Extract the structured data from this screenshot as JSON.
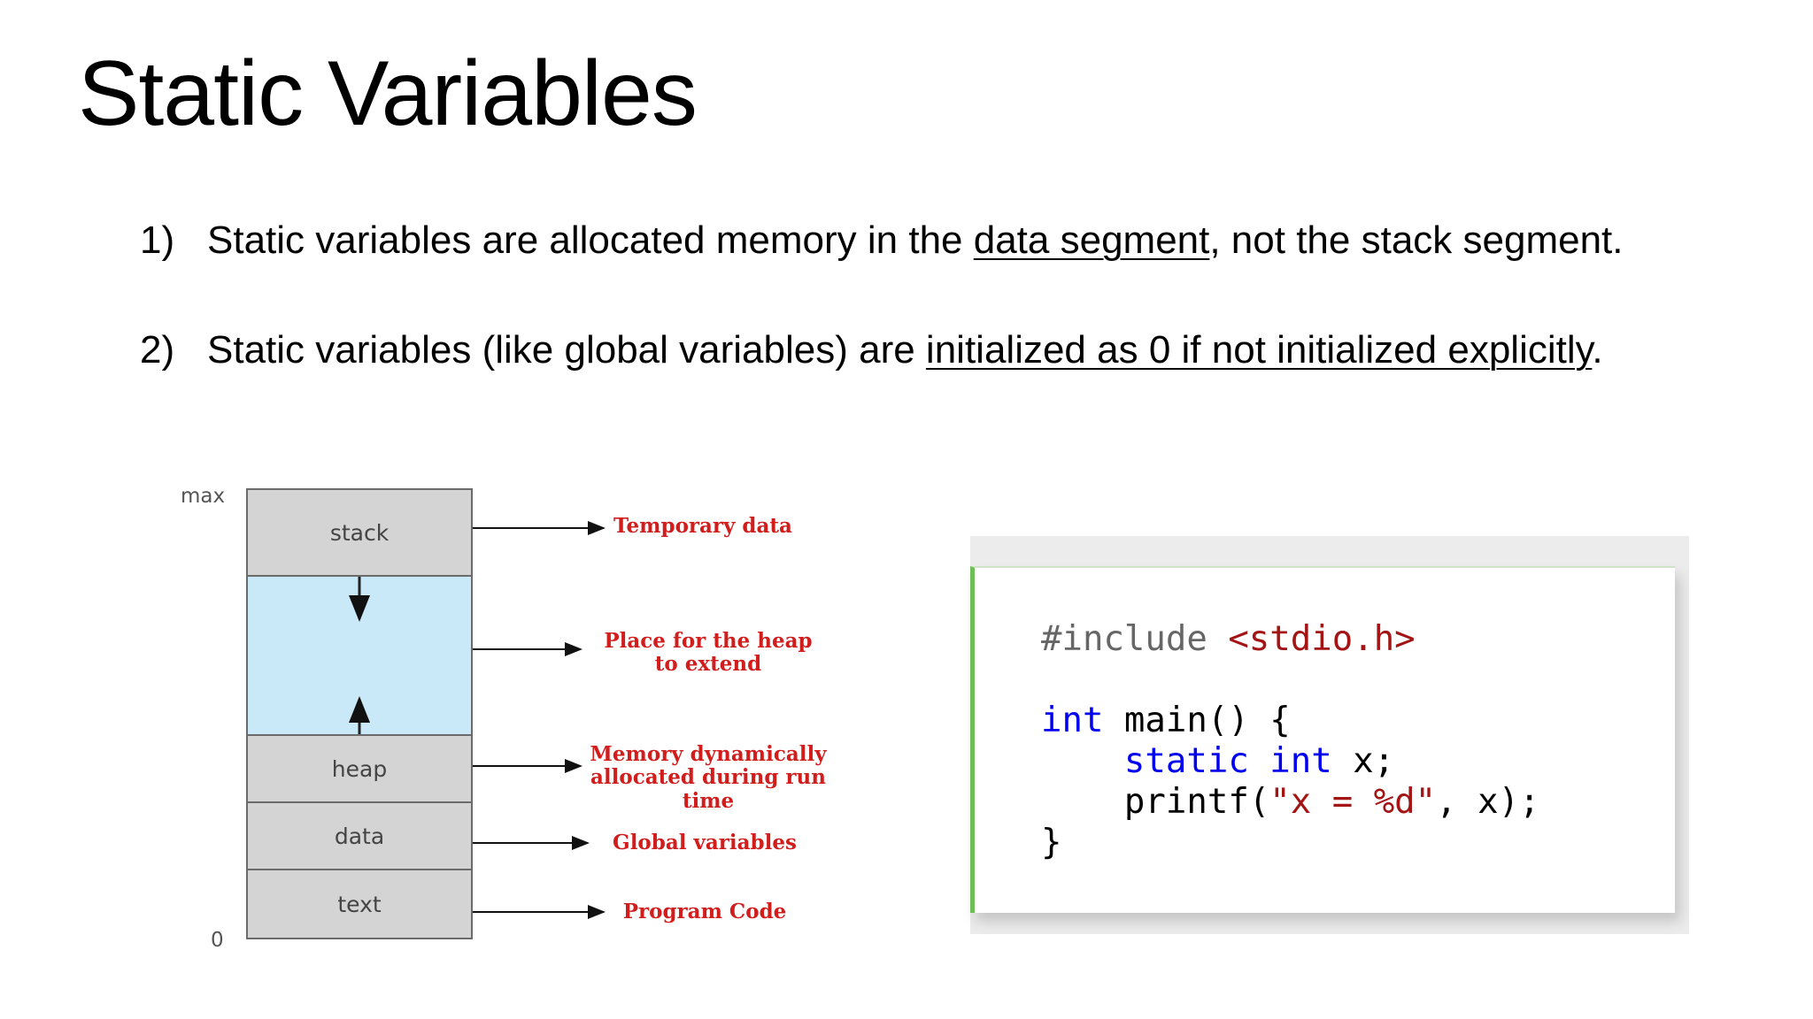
{
  "title": "Static Variables",
  "bullets": [
    {
      "num": "1)",
      "before": "Static variables are allocated memory in the ",
      "underlined": "data segment",
      "after": ", not the stack segment."
    },
    {
      "num": "2)",
      "before": "Static variables (like global variables) are ",
      "underlined": "initialized as 0 if not initialized explicitly",
      "after": "."
    }
  ],
  "diagram": {
    "axis_top": "max",
    "axis_bottom": "0",
    "segments": [
      "stack",
      "heap",
      "data",
      "text"
    ],
    "labels": {
      "stack": "Temporary data",
      "gap": "Place for the heap to extend",
      "heap": "Memory dynamically allocated during run time",
      "data": "Global variables",
      "text": "Program Code"
    }
  },
  "code": {
    "include_kw": "#include",
    "include_hdr": "<stdio.h>",
    "main_type": "int",
    "main_sig": " main() {",
    "indent": "    ",
    "static_kw": "static",
    "int_kw": "int",
    "var_decl": " x;",
    "printf_start": "printf(",
    "printf_str": "\"x = %d\"",
    "printf_end": ", x);",
    "close_brace": "}"
  },
  "colors": {
    "label_red": "#d21d1d",
    "gap_blue": "#c9e8f8",
    "segment_gray": "#d4d4d4",
    "code_accent_green": "#6fbf58",
    "keyword_blue": "#0000ee",
    "string_red": "#a31515"
  }
}
